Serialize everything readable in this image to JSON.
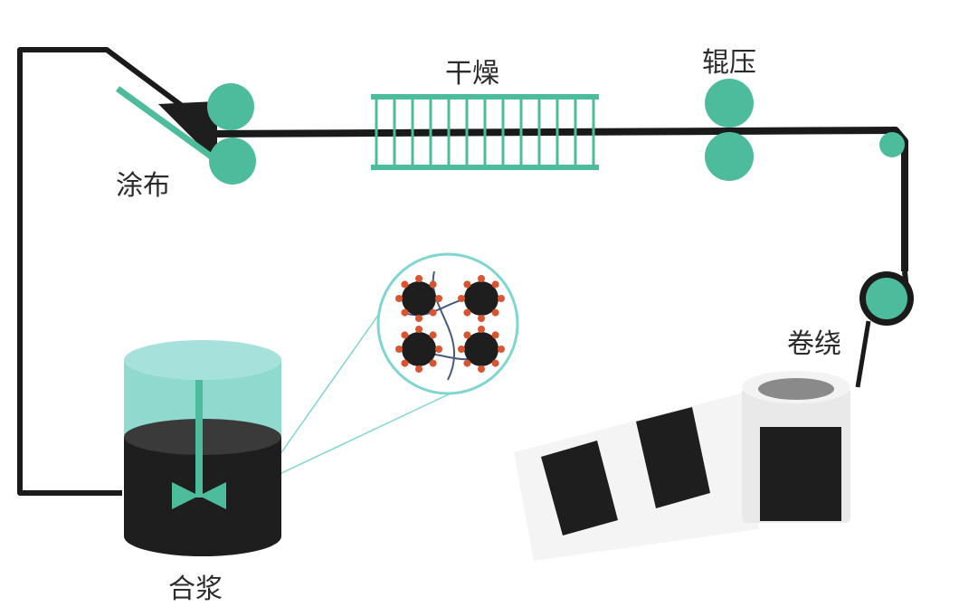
{
  "labels": {
    "coating": "涂布",
    "drying": "干燥",
    "rolling": "辊压",
    "winding": "卷绕",
    "mixing": "合浆"
  },
  "colors": {
    "teal": "#4dbc9c",
    "teal_light": "#8fd9cf",
    "dark": "#1e1e1e",
    "line": "#1a1a1a",
    "particle_dot": "#d9542f",
    "zoom_ring": "#7fd6d0"
  },
  "icons": {
    "mixer": "tank-with-stirrer",
    "coater": "coating-head-with-rollers",
    "dryer": "drying-oven-rack",
    "calender": "calender-rollers",
    "winder": "winding-roll",
    "particles": "slurry-particle-magnifier"
  }
}
